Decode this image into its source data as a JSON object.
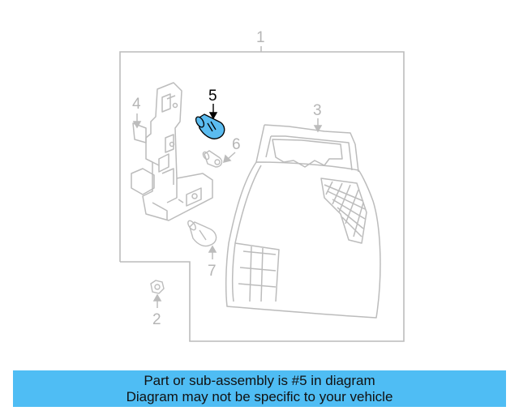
{
  "callouts": {
    "part_1": "1",
    "part_2": "2",
    "part_3": "3",
    "part_4": "4",
    "part_5": "5",
    "part_6": "6",
    "part_7": "7"
  },
  "highlighted_part": "5",
  "colors": {
    "outline": "#bcbcbc",
    "highlight_fill": "#5bbcf0",
    "highlight_stroke": "#000000",
    "banner": "#4fbdf4"
  },
  "banner": {
    "line1": "Part or sub-assembly is #5 in diagram",
    "line2": "Diagram may not be specific to your vehicle"
  }
}
